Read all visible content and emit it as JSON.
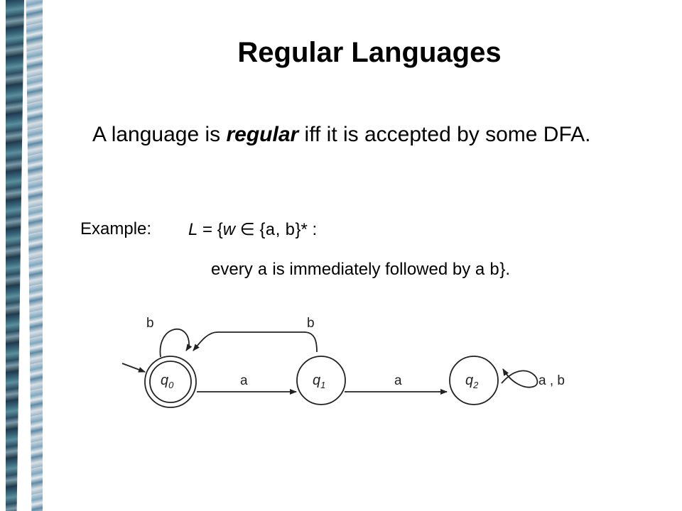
{
  "title": "Regular Languages",
  "definition": {
    "prefix": "A language is ",
    "term": "regular",
    "suffix": " iff it is accepted by some DFA."
  },
  "example": {
    "label": "Example:",
    "set_L": "L",
    "eq": " = {",
    "set_w": "w",
    "member": " ∈ {",
    "sym_a": "a",
    "comma": ", ",
    "sym_b": "b",
    "close_star": "}* :",
    "line2_start": "every ",
    "line2_a": "a",
    "line2_mid": " is immediately followed by a ",
    "line2_b": "b",
    "line2_end": "}."
  },
  "dfa": {
    "states": [
      {
        "name": "q",
        "sub": "0"
      },
      {
        "name": "q",
        "sub": "1"
      },
      {
        "name": "q",
        "sub": "2"
      }
    ],
    "transitions": {
      "q0_self": "b",
      "q1_to_q0": "b",
      "q0_to_q1": "a",
      "q1_to_q2": "a",
      "q2_self": "a , b"
    }
  }
}
